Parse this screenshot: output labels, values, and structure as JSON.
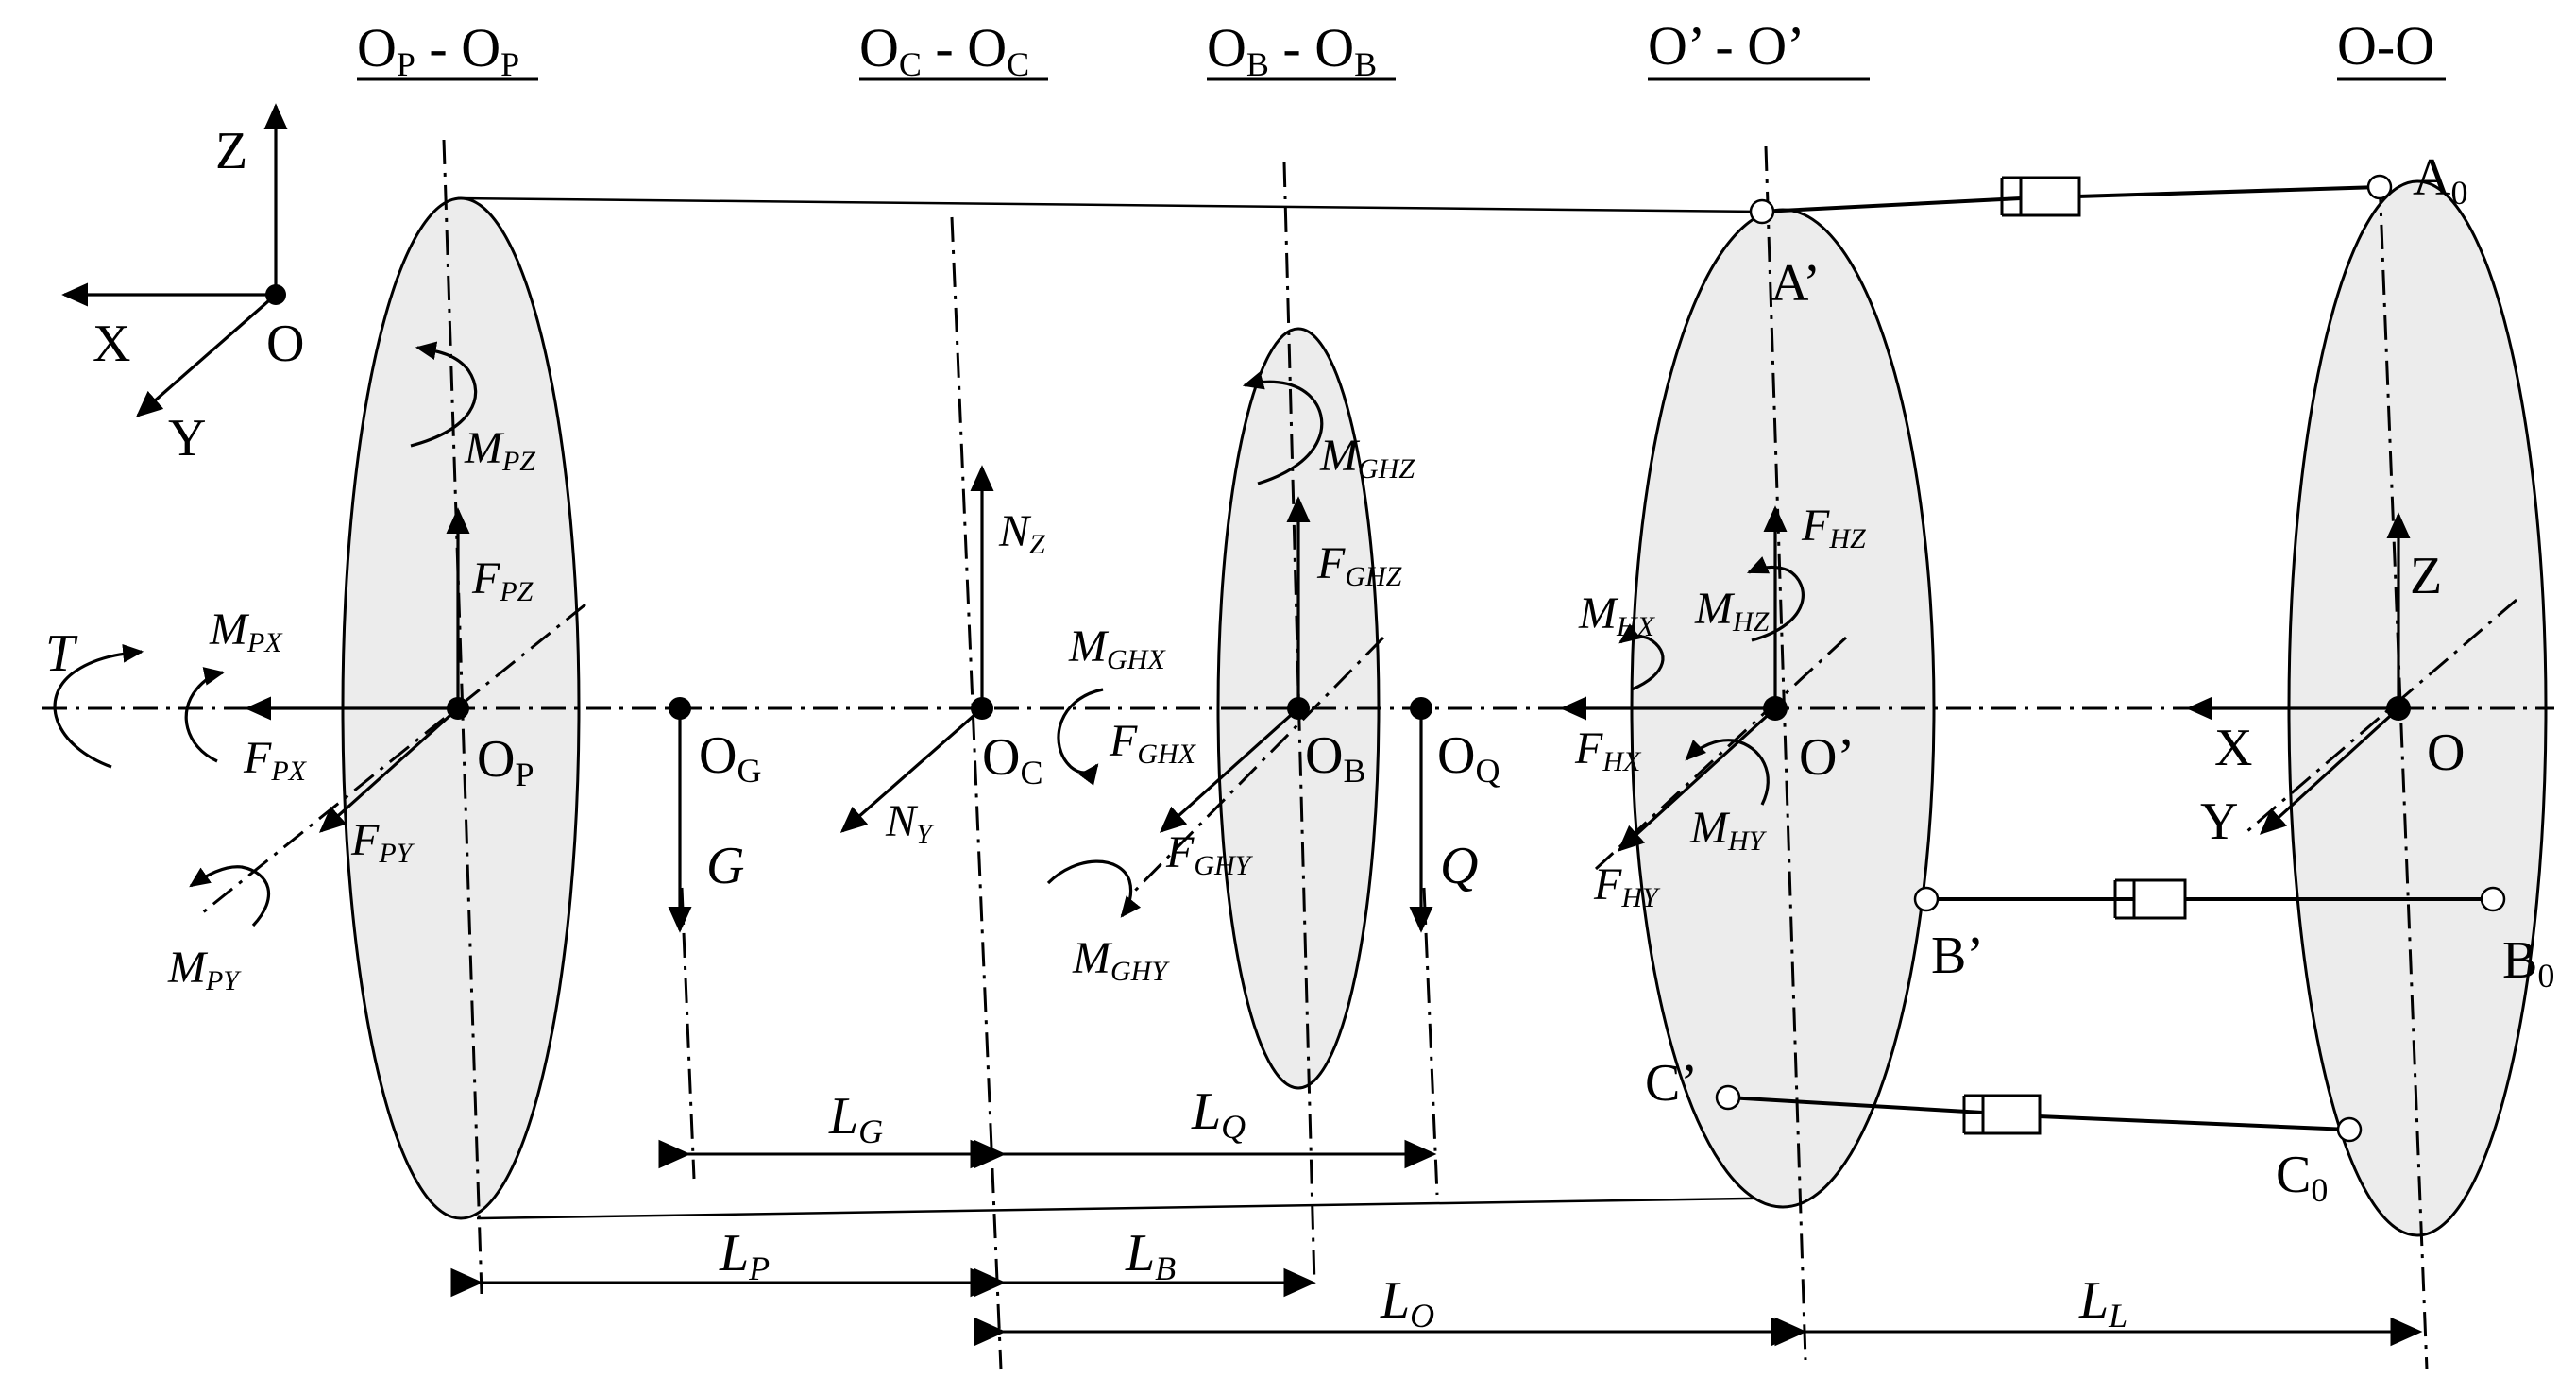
{
  "sections": {
    "op": {
      "main": "O",
      "sub": "P",
      "sep": " - "
    },
    "oc": {
      "main": "O",
      "sub": "C",
      "sep": " - "
    },
    "ob": {
      "main": "O",
      "sub": "B",
      "sep": " - "
    },
    "oprime": {
      "text": "O’ - O’"
    },
    "oo": {
      "text": "O-O"
    }
  },
  "global_axes": {
    "z": "Z",
    "x": "X",
    "y": "Y",
    "origin": "O"
  },
  "base_axes": {
    "z": "Z",
    "x": "X",
    "y": "Y",
    "origin": "O"
  },
  "points": {
    "op": {
      "main": "O",
      "sub": "P"
    },
    "og": {
      "main": "O",
      "sub": "G"
    },
    "oc": {
      "main": "O",
      "sub": "C"
    },
    "ob": {
      "main": "O",
      "sub": "B"
    },
    "oq": {
      "main": "O",
      "sub": "Q"
    },
    "oprime": {
      "text": "O’"
    },
    "a_prime": {
      "text": "A’"
    },
    "b_prime": {
      "text": "B’"
    },
    "c_prime": {
      "text": "C’"
    },
    "a0": {
      "main": "A",
      "sub": "0"
    },
    "b0": {
      "main": "B",
      "sub": "0"
    },
    "c0": {
      "main": "C",
      "sub": "0"
    }
  },
  "loads": {
    "torque": "T",
    "mpx": {
      "main": "M",
      "sub": "PX"
    },
    "fpx": {
      "main": "F",
      "sub": "PX"
    },
    "fpy": {
      "main": "F",
      "sub": "PY"
    },
    "mpy": {
      "main": "M",
      "sub": "PY"
    },
    "mpz": {
      "main": "M",
      "sub": "PZ"
    },
    "fpz": {
      "main": "F",
      "sub": "PZ"
    },
    "g": "G",
    "nz": {
      "main": "N",
      "sub": "Z"
    },
    "ny": {
      "main": "N",
      "sub": "Y"
    },
    "mghx": {
      "main": "M",
      "sub": "GHX"
    },
    "fghx": {
      "main": "F",
      "sub": "GHX"
    },
    "fghy": {
      "main": "F",
      "sub": "GHY"
    },
    "mghy": {
      "main": "M",
      "sub": "GHY"
    },
    "mghz": {
      "main": "M",
      "sub": "GHZ"
    },
    "fghz": {
      "main": "F",
      "sub": "GHZ"
    },
    "q": "Q",
    "fhz": {
      "main": "F",
      "sub": "HZ"
    },
    "mhz": {
      "main": "M",
      "sub": "HZ"
    },
    "mhx": {
      "main": "M",
      "sub": "HX"
    },
    "fhx": {
      "main": "F",
      "sub": "HX"
    },
    "mhy": {
      "main": "M",
      "sub": "HY"
    },
    "fhy": {
      "main": "F",
      "sub": "HY"
    }
  },
  "dimensions": {
    "lg": {
      "main": "L",
      "sub": "G"
    },
    "lq": {
      "main": "L",
      "sub": "Q"
    },
    "lp": {
      "main": "L",
      "sub": "P"
    },
    "lb": {
      "main": "L",
      "sub": "B"
    },
    "lo": {
      "main": "L",
      "sub": "O"
    },
    "ll": {
      "main": "L",
      "sub": "L"
    }
  }
}
